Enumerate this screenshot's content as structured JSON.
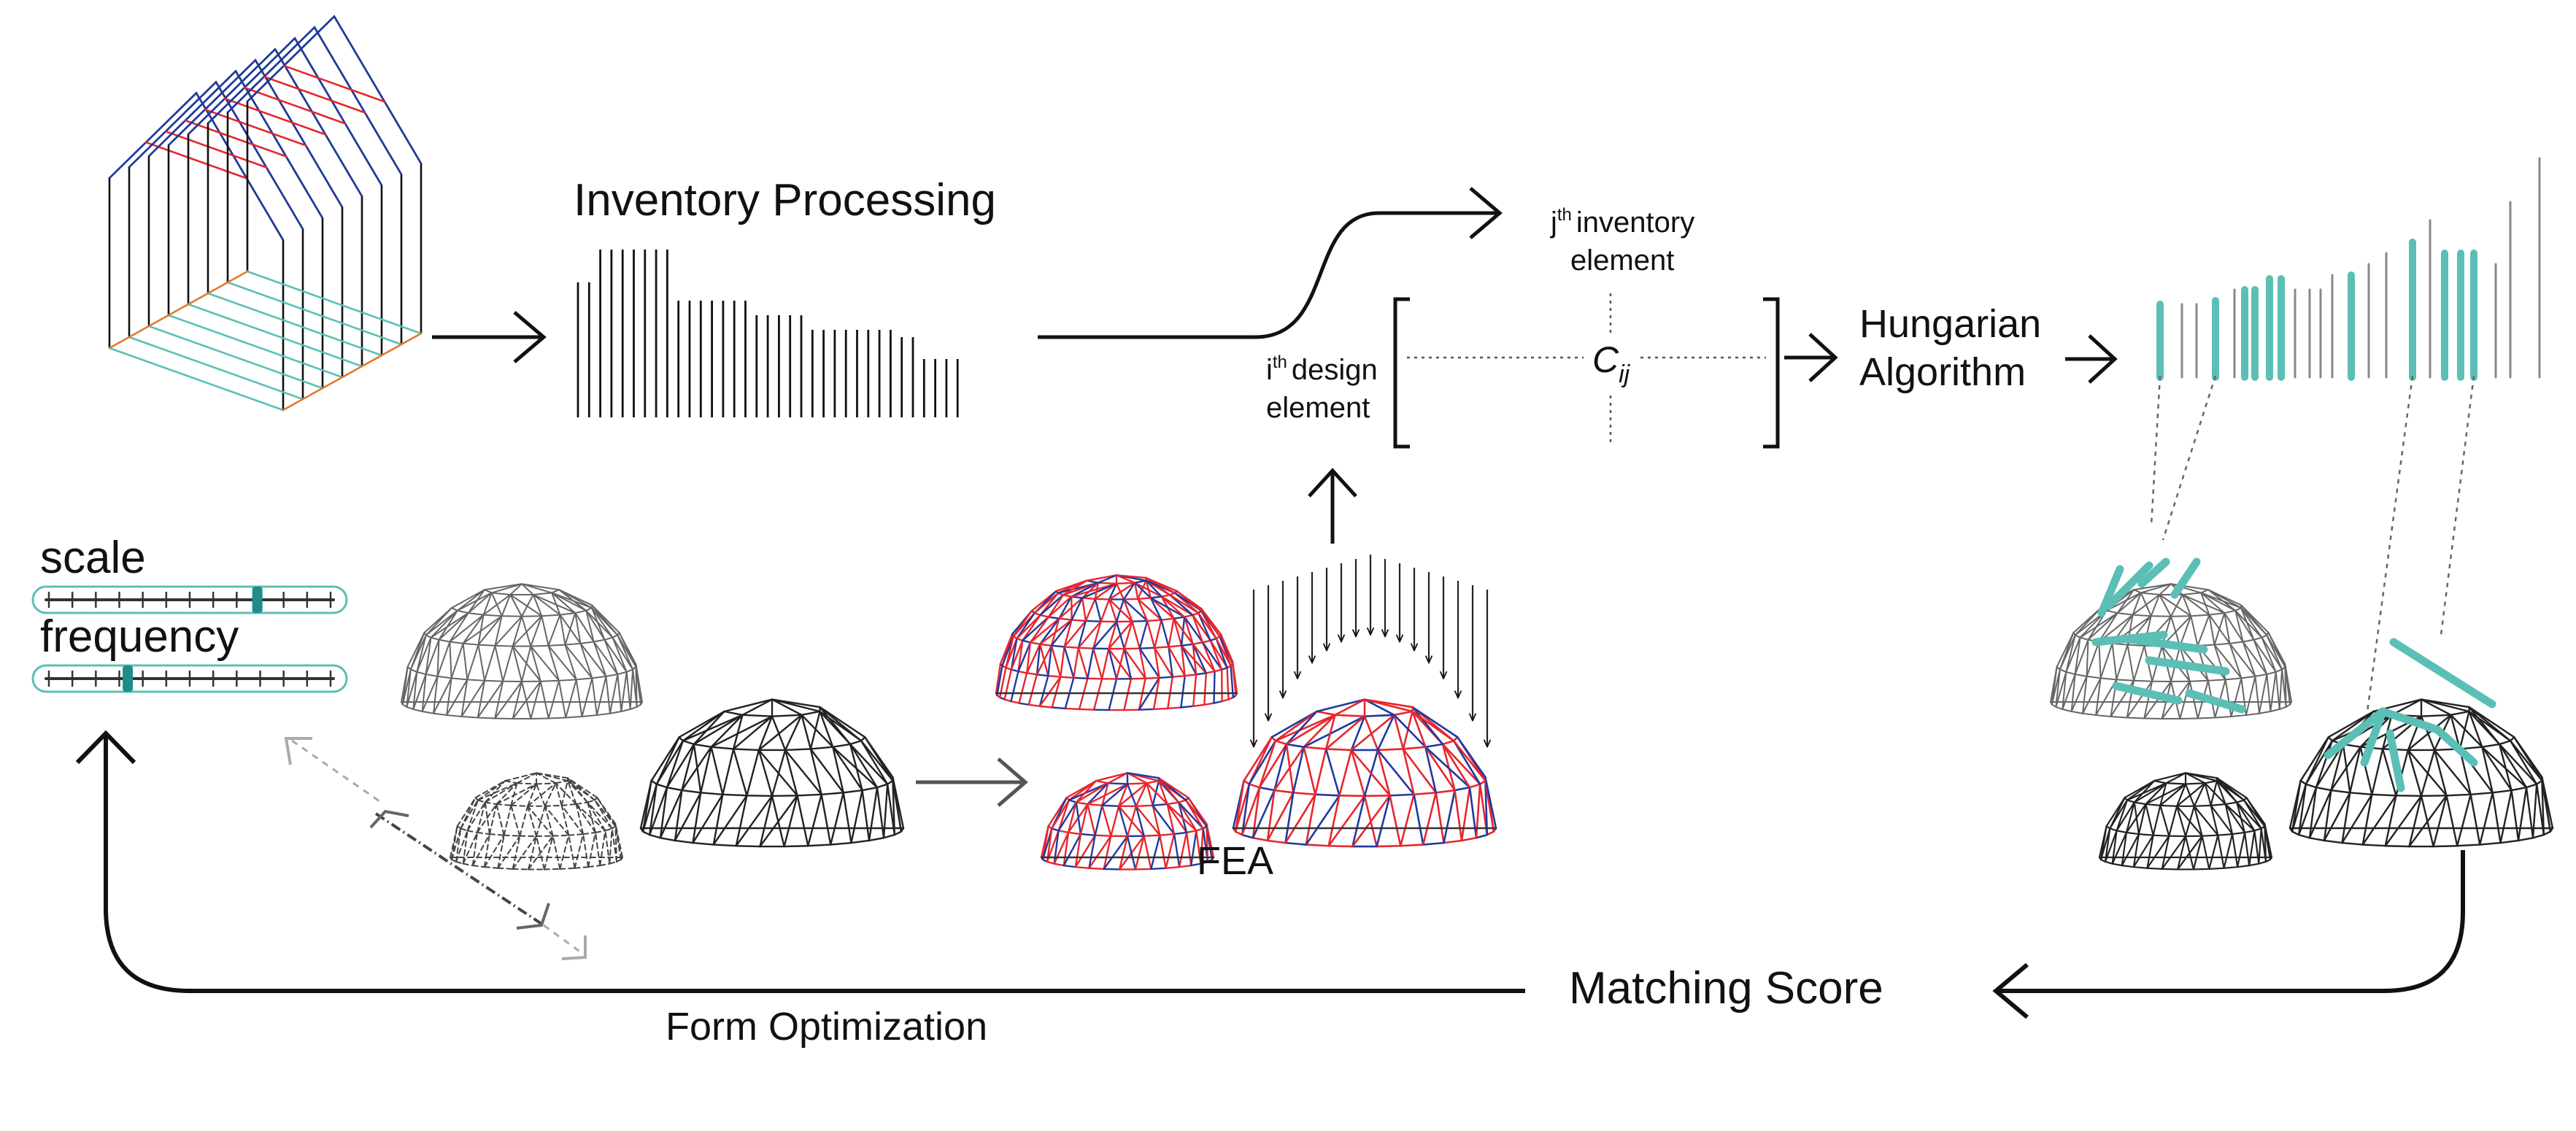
{
  "labels": {
    "inventory_processing": "Inventory Processing",
    "inventory_element_sup": "th",
    "inventory_element_rest": "inventory",
    "inventory_element_line2": "element",
    "inventory_element_j": "j",
    "design_element_i": "i",
    "design_element_sup": "th",
    "design_element_rest": "design",
    "design_element_line2": "element",
    "cost_symbol": "C",
    "cost_subscript": "ij",
    "hungarian_line1": "Hungarian",
    "hungarian_line2": "Algorithm",
    "scale": "scale",
    "frequency": "frequency",
    "fea": "FEA",
    "matching_score": "Matching Score",
    "form_optimization": "Form Optimization"
  },
  "sliders": {
    "scale_level": 0.74,
    "frequency_level": 0.28
  },
  "colors": {
    "teal": "#5bbfb5",
    "red": "#e8262d",
    "blue": "#1e3aa0",
    "ink": "#111111",
    "grey": "#888888"
  },
  "icons": [
    "house-frames-icon",
    "geodesic-dome-icon",
    "force-arrows-icon",
    "scale-arrows-icon"
  ]
}
